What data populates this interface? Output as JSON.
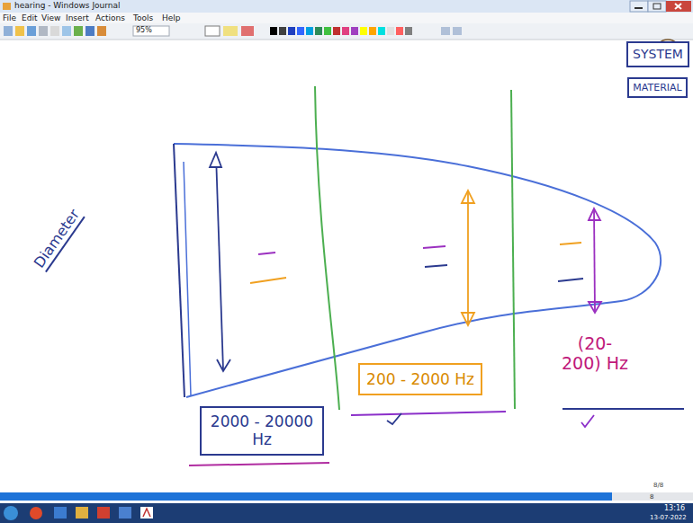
{
  "diagram": {
    "nodes": [
      {
        "text": [
          "SYSTEM"
        ]
      },
      {
        "text": [
          "MATERIAL"
        ]
      },
      {
        "text": [
          "2000 - 20000 Hz"
        ]
      },
      {
        "text": [
          "200 - 2000 Hz"
        ]
      }
    ],
    "labels": [
      "hearing - Windows Journal",
      "File",
      "Edit",
      "View",
      "Insert",
      "Actions",
      "Tools",
      "Help",
      "95%",
      "Diameter",
      "(20-200) Hz",
      "8/8",
      "8",
      "13:16",
      "13-07-2022"
    ]
  }
}
